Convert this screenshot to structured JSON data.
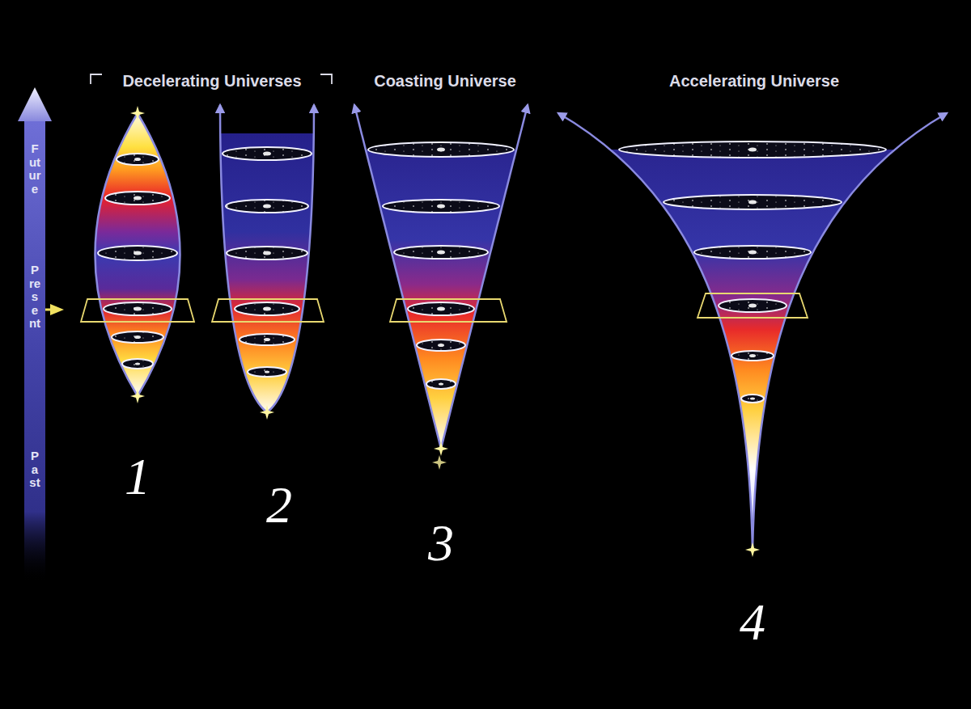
{
  "diagram": {
    "labels": [
      "Decelerating Universes",
      "Coasting Universe",
      "Accelerating Universe",
      "Future",
      "Present",
      "Past",
      "1",
      "2",
      "3",
      "4"
    ]
  }
}
